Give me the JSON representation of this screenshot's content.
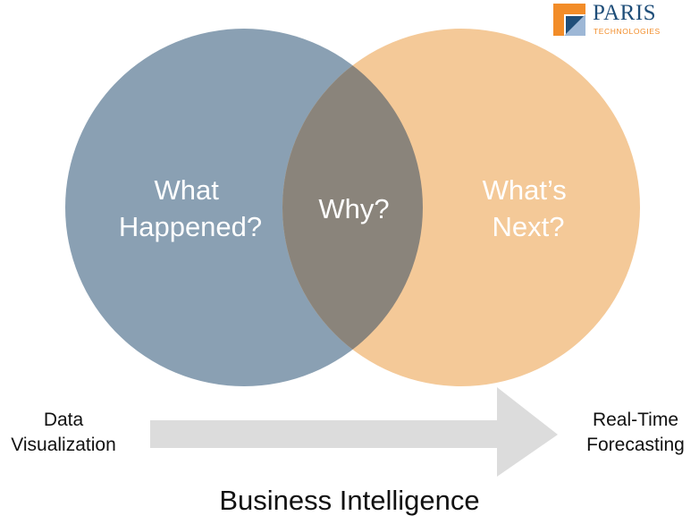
{
  "logo": {
    "name": "PARIS",
    "subtitle": "TECHNOLOGIES",
    "colors": {
      "orange": "#f28c28",
      "navy": "#1f4e79",
      "light_blue": "#9db7d6"
    }
  },
  "venn": {
    "left_label": [
      "What",
      "Happened?"
    ],
    "center_label": "Why?",
    "right_label": [
      "What’s",
      "Next?"
    ],
    "colors": {
      "left": "#8aa0b3",
      "right": "#f4c998",
      "overlap": "#8a847b"
    }
  },
  "flow": {
    "start_label": [
      "Data",
      "Visualization"
    ],
    "end_label": [
      "Real-Time",
      "Forecasting"
    ],
    "arrow_color": "#dcdcdc"
  },
  "title": "Business Intelligence"
}
